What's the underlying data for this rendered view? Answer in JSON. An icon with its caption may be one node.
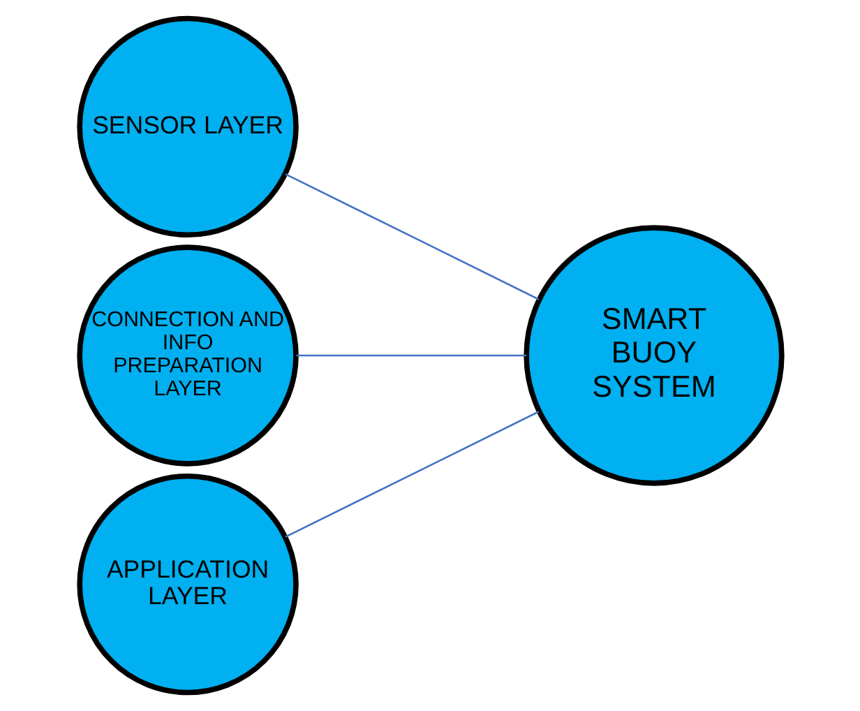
{
  "diagram": {
    "nodes": [
      {
        "text": [
          "SENSOR LAYER"
        ]
      },
      {
        "text": [
          "CONNECTION AND INFO PREPARATION LAYER"
        ]
      },
      {
        "text": [
          "APPLICATION LAYER"
        ]
      },
      {
        "text": [
          "SMART BUOY SYSTEM"
        ]
      }
    ],
    "edges": [
      {
        "from": 0,
        "to": 3,
        "arrow": "none"
      },
      {
        "from": 1,
        "to": 3,
        "arrow": "none"
      },
      {
        "from": 2,
        "to": 3,
        "arrow": "none"
      }
    ]
  }
}
